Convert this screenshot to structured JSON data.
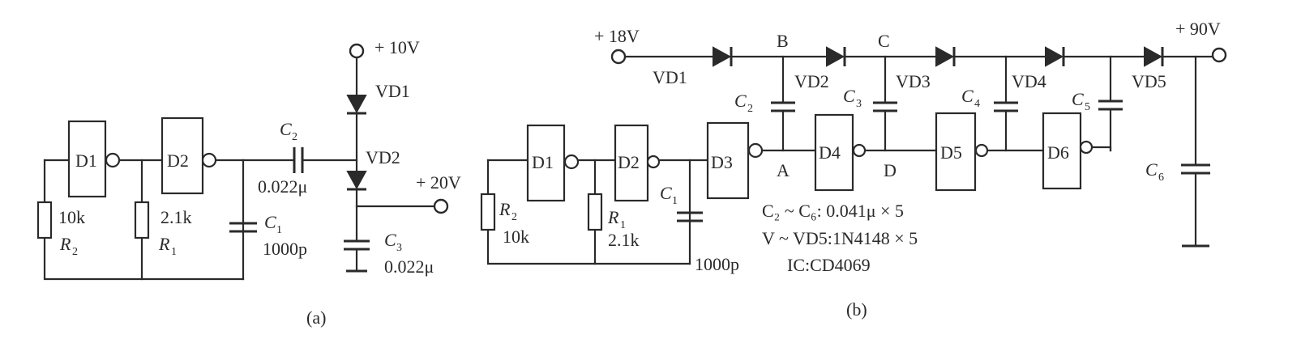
{
  "diagram_a": {
    "gate_d1": "D1",
    "gate_d2": "D2",
    "r2_value": "10k",
    "r2_name": "R",
    "r2_sub": "2",
    "r1_value": "2.1k",
    "r1_name": "R",
    "r1_sub": "1",
    "c1_name": "C",
    "c1_sub": "1",
    "c1_value": "1000p",
    "c2_name": "C",
    "c2_sub": "2",
    "c2_value": "0.022μ",
    "c3_name": "C",
    "c3_sub": "3",
    "c3_value": "0.022μ",
    "supply": "+ 10V",
    "vd1": "VD1",
    "vd2": "VD2",
    "output": "+ 20V",
    "caption": "(a)"
  },
  "diagram_b": {
    "supply": "+ 18V",
    "output": "+ 90V",
    "vd1": "VD1",
    "vd2": "VD2",
    "vd3": "VD3",
    "vd4": "VD4",
    "vd5": "VD5",
    "node_b": "B",
    "node_c": "C",
    "node_a": "A",
    "node_d": "D",
    "gate_d1": "D1",
    "gate_d2": "D2",
    "gate_d3": "D3",
    "gate_d4": "D4",
    "gate_d5": "D5",
    "gate_d6": "D6",
    "r2_name": "R",
    "r2_sub": "2",
    "r2_value": "10k",
    "r1_name": "R",
    "r1_sub": "1",
    "r1_value": "2.1k",
    "c1_name": "C",
    "c1_sub": "1",
    "c1_value": "1000p",
    "c2_name": "C",
    "c2_sub": "2",
    "c3_name": "C",
    "c3_sub": "3",
    "c4_name": "C",
    "c4_sub": "4",
    "c5_name": "C",
    "c5_sub": "5",
    "c6_name": "C",
    "c6_sub": "6",
    "note_caps": "C₂ ~ C₆: 0.041μ × 5",
    "note_diodes": "V ~ VD5:1N4148 × 5",
    "note_ic": "IC:CD4069",
    "caption": "(b)"
  }
}
